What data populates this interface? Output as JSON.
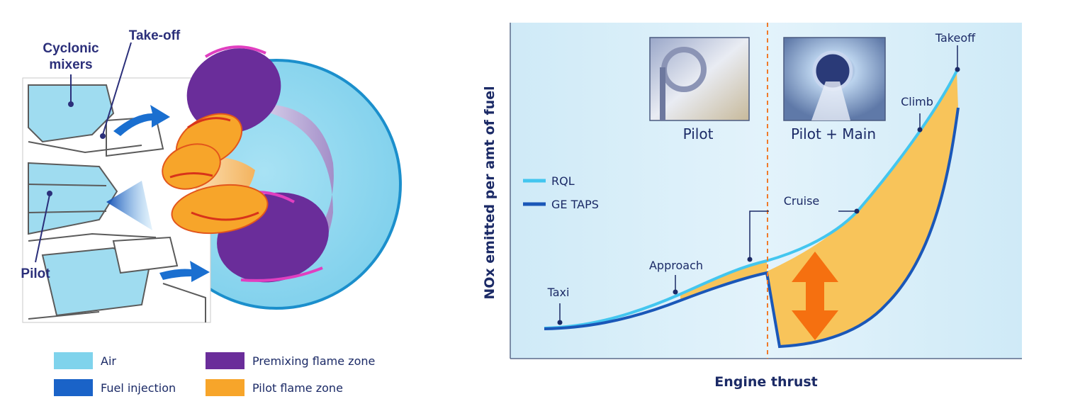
{
  "combustor": {
    "labels": {
      "cyclonic_mixers": [
        "Cyclonic",
        "mixers"
      ],
      "take_off": "Take-off",
      "pilot": "Pilot"
    },
    "legend": [
      {
        "label": "Air",
        "color": "#7fd3ec"
      },
      {
        "label": "Fuel injection",
        "color": "#1a63c8"
      },
      {
        "label": "Premixing flame zone",
        "color": "#6a2d9a"
      },
      {
        "label": "Pilot flame zone",
        "color": "#f7a52a"
      }
    ]
  },
  "chart": {
    "y_axis_label": "NOx emitted per amt of fuel",
    "x_axis_label": "Engine thrust",
    "legend": [
      {
        "label": "RQL",
        "color": "#43c6ef"
      },
      {
        "label": "GE TAPS",
        "color": "#1a57b8"
      }
    ],
    "photos": {
      "pilot": "Pilot",
      "pilot_main": "Pilot + Main"
    },
    "annotations": {
      "taxi": "Taxi",
      "approach": "Approach",
      "cruise": "Cruise",
      "climb": "Climb",
      "takeoff": "Takeoff"
    },
    "colors": {
      "background": "#d6eef8",
      "fill_between": "#f8c45a",
      "arrow": "#f57010",
      "divider": "#f07a2a"
    }
  }
}
